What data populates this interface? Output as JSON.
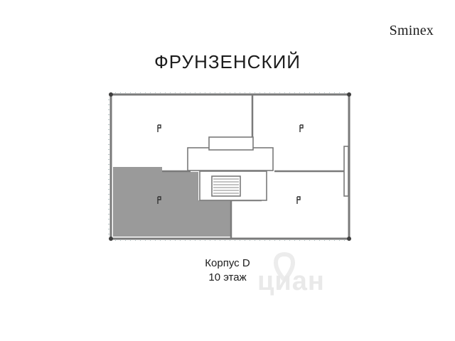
{
  "brand": {
    "logo_text": "Sminex"
  },
  "title": "ФРУНЗЕНСКИЙ",
  "plan": {
    "highlight_color": "#9a9a9a",
    "wall_color": "#7a7a7a",
    "units": [
      "unit-top-left",
      "unit-top-right",
      "unit-bottom-left",
      "unit-bottom-right"
    ],
    "selected_unit": "unit-bottom-left"
  },
  "caption": {
    "building": "Корпус D",
    "floor": "10 этаж"
  },
  "watermark": {
    "text": "циан",
    "icon": "location-pin-icon"
  }
}
